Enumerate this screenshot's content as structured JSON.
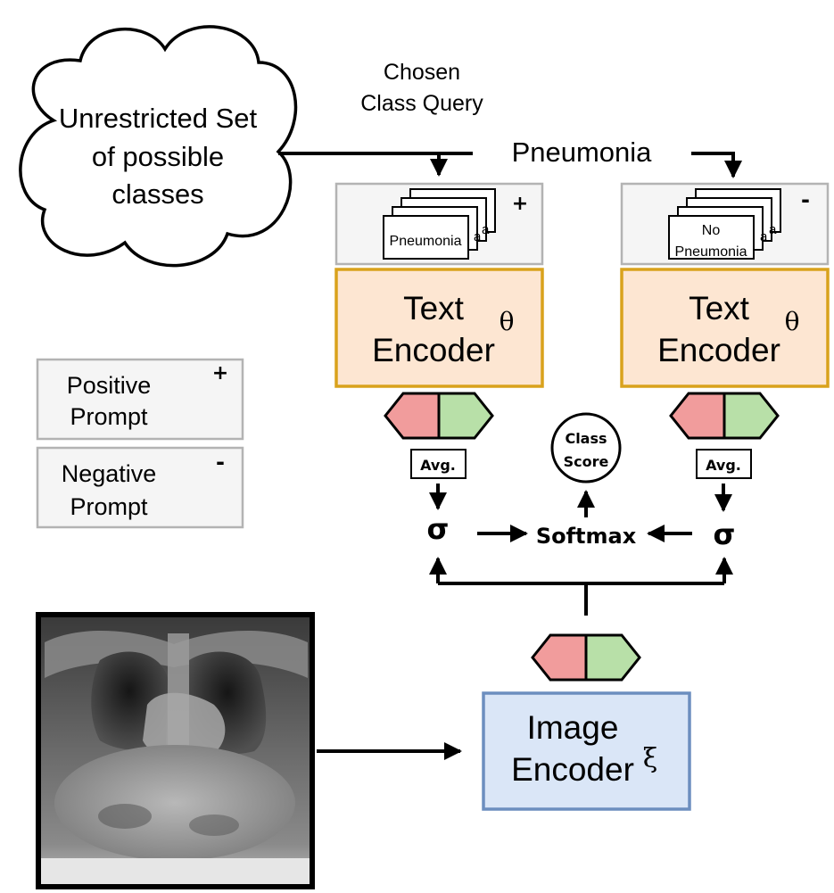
{
  "cloud": {
    "line1": "Unrestricted Set",
    "line2": "of possible",
    "line3": "classes"
  },
  "query": {
    "line1": "Chosen",
    "line2": "Class Query",
    "value": "Pneumonia"
  },
  "positive_prompts": {
    "sign": "+",
    "card_text": "Pneumonia",
    "peek": "a"
  },
  "negative_prompts": {
    "sign": "-",
    "card_line1": "No",
    "card_line2": "Pneumonia",
    "peek": "a"
  },
  "text_encoder": {
    "line1": "Text",
    "line2": "Encoder",
    "param": "θ"
  },
  "image_encoder": {
    "line1": "Image",
    "line2": "Encoder",
    "param": "ξ"
  },
  "avg_label": "Avg.",
  "sigma": "σ",
  "softmax": "Softmax",
  "class_score": {
    "line1": "Class",
    "line2": "Score"
  },
  "legend": {
    "positive": {
      "line1": "Positive",
      "line2": "Prompt",
      "sign": "+"
    },
    "negative": {
      "line1": "Negative",
      "line2": "Prompt",
      "sign": "-"
    }
  },
  "colors": {
    "text_encoder_fill": "#fde6d2",
    "text_encoder_border": "#d9a21c",
    "image_encoder_fill": "#dae6f7",
    "image_encoder_border": "#6c8ebf",
    "embed_red": "#f19c9c",
    "embed_green": "#b8e0a8",
    "prompt_box_fill": "#f5f5f5",
    "prompt_box_border": "#b3b3b3"
  }
}
